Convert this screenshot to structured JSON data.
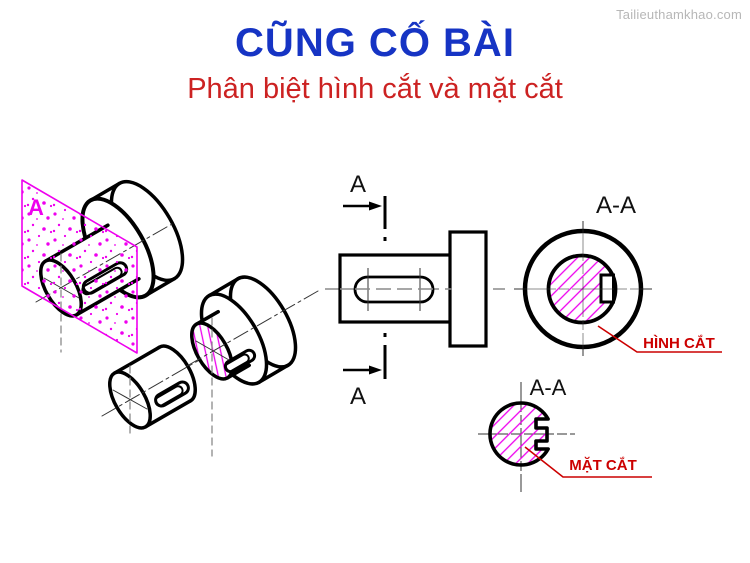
{
  "watermark": "Tailieuthamkhao.com",
  "header": {
    "title": "CŨNG CỐ BÀI",
    "subtitle": "Phân biệt hình cắt và mặt cắt"
  },
  "colors": {
    "title_blue": "#1634C4",
    "subtitle_red": "#CC2222",
    "annotation_red": "#CC0000",
    "cutting_plane_magenta": "#EE00EE",
    "drawing_black": "#000000",
    "centerline_gray": "#8a8a8a"
  },
  "isometric_view": {
    "cutting_plane_label": "A"
  },
  "orthographic_view": {
    "section_label_top": "A",
    "section_label_bottom": "A"
  },
  "section_view": {
    "title": "A-A",
    "callout": "HÌNH CẮT"
  },
  "cross_section_view": {
    "title": "A-A",
    "callout": "MẶT CẮT"
  }
}
